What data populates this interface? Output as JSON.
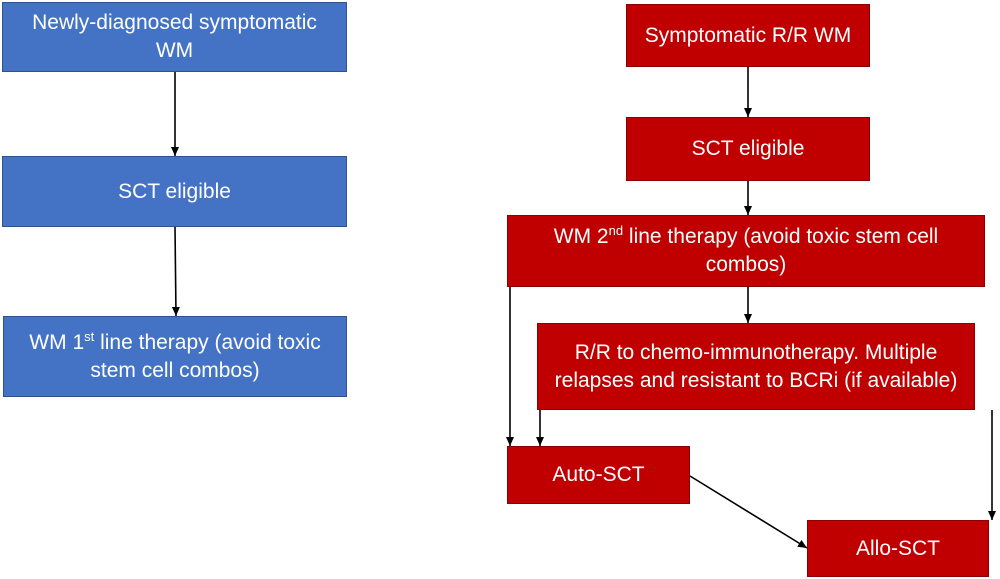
{
  "left_flow": {
    "box1": "Newly-diagnosed symptomatic WM",
    "box2": "SCT eligible",
    "box3": {
      "pre": "WM 1",
      "sup": "st",
      "post": " line therapy (avoid toxic stem cell combos)"
    }
  },
  "right_flow": {
    "box1": "Symptomatic R/R WM",
    "box2": "SCT eligible",
    "box3": {
      "pre": "WM 2",
      "sup": "nd",
      "post": " line therapy (avoid toxic stem cell combos)"
    },
    "box4": "R/R to chemo-immunotherapy. Multiple relapses and resistant to BCRi (if available)",
    "box5": "Auto-SCT",
    "box6": "Allo-SCT"
  },
  "colors": {
    "left_box_fill": "#4472c4",
    "right_box_fill": "#c00000",
    "arrow": "#000000",
    "text": "#ffffff"
  }
}
